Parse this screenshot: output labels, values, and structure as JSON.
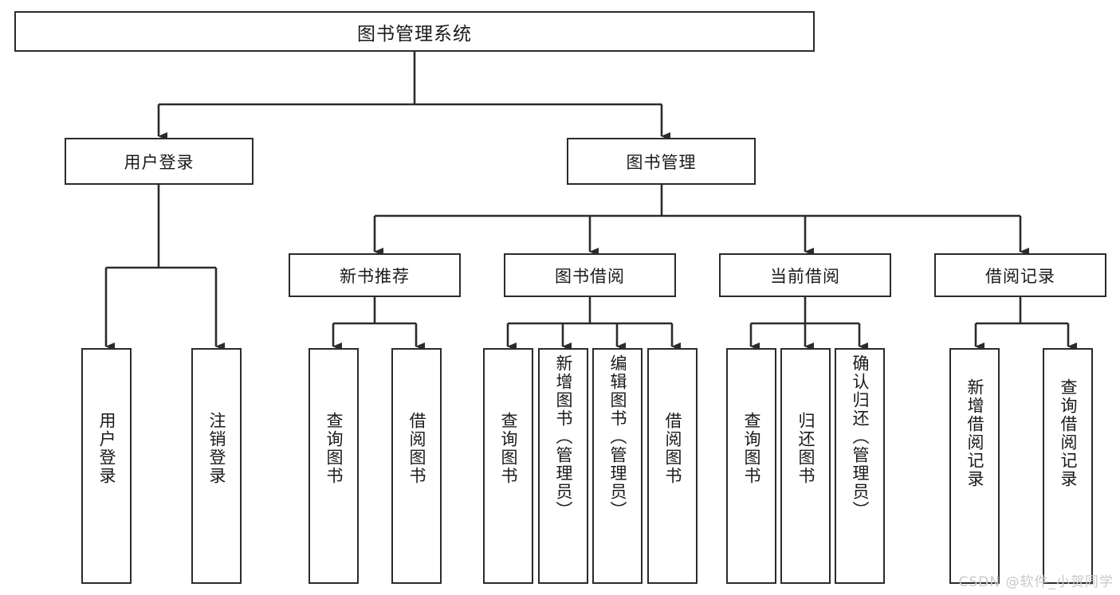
{
  "diagram": {
    "title": "图书管理系统",
    "type": "hierarchy-tree",
    "watermark": "CSDN @软件_小贺同学",
    "colors": {
      "box_border": "#2b2b2b",
      "box_fill": "#ffffff",
      "edge": "#2b2b2b",
      "text": "#1a1a1a",
      "watermark": "#c9c9c9"
    },
    "root": {
      "label": "图书管理系统"
    },
    "level2": [
      {
        "label": "用户登录"
      },
      {
        "label": "图书管理"
      }
    ],
    "level3": [
      {
        "label": "新书推荐"
      },
      {
        "label": "图书借阅"
      },
      {
        "label": "当前借阅"
      },
      {
        "label": "借阅记录"
      }
    ],
    "leaves": {
      "user_login": [
        {
          "label": "用户登录"
        },
        {
          "label": "注销登录"
        }
      ],
      "new_book_recommend": [
        {
          "label": "查询图书"
        },
        {
          "label": "借阅图书"
        }
      ],
      "book_borrow": [
        {
          "label": "查询图书"
        },
        {
          "label": "新增图书（管理员）"
        },
        {
          "label": "编辑图书（管理员）"
        },
        {
          "label": "借阅图书"
        }
      ],
      "current_borrow": [
        {
          "label": "查询图书"
        },
        {
          "label": "归还图书"
        },
        {
          "label": "确认归还（管理员）"
        }
      ],
      "borrow_records": [
        {
          "label": "新增借阅记录"
        },
        {
          "label": "查询借阅记录"
        }
      ]
    }
  }
}
